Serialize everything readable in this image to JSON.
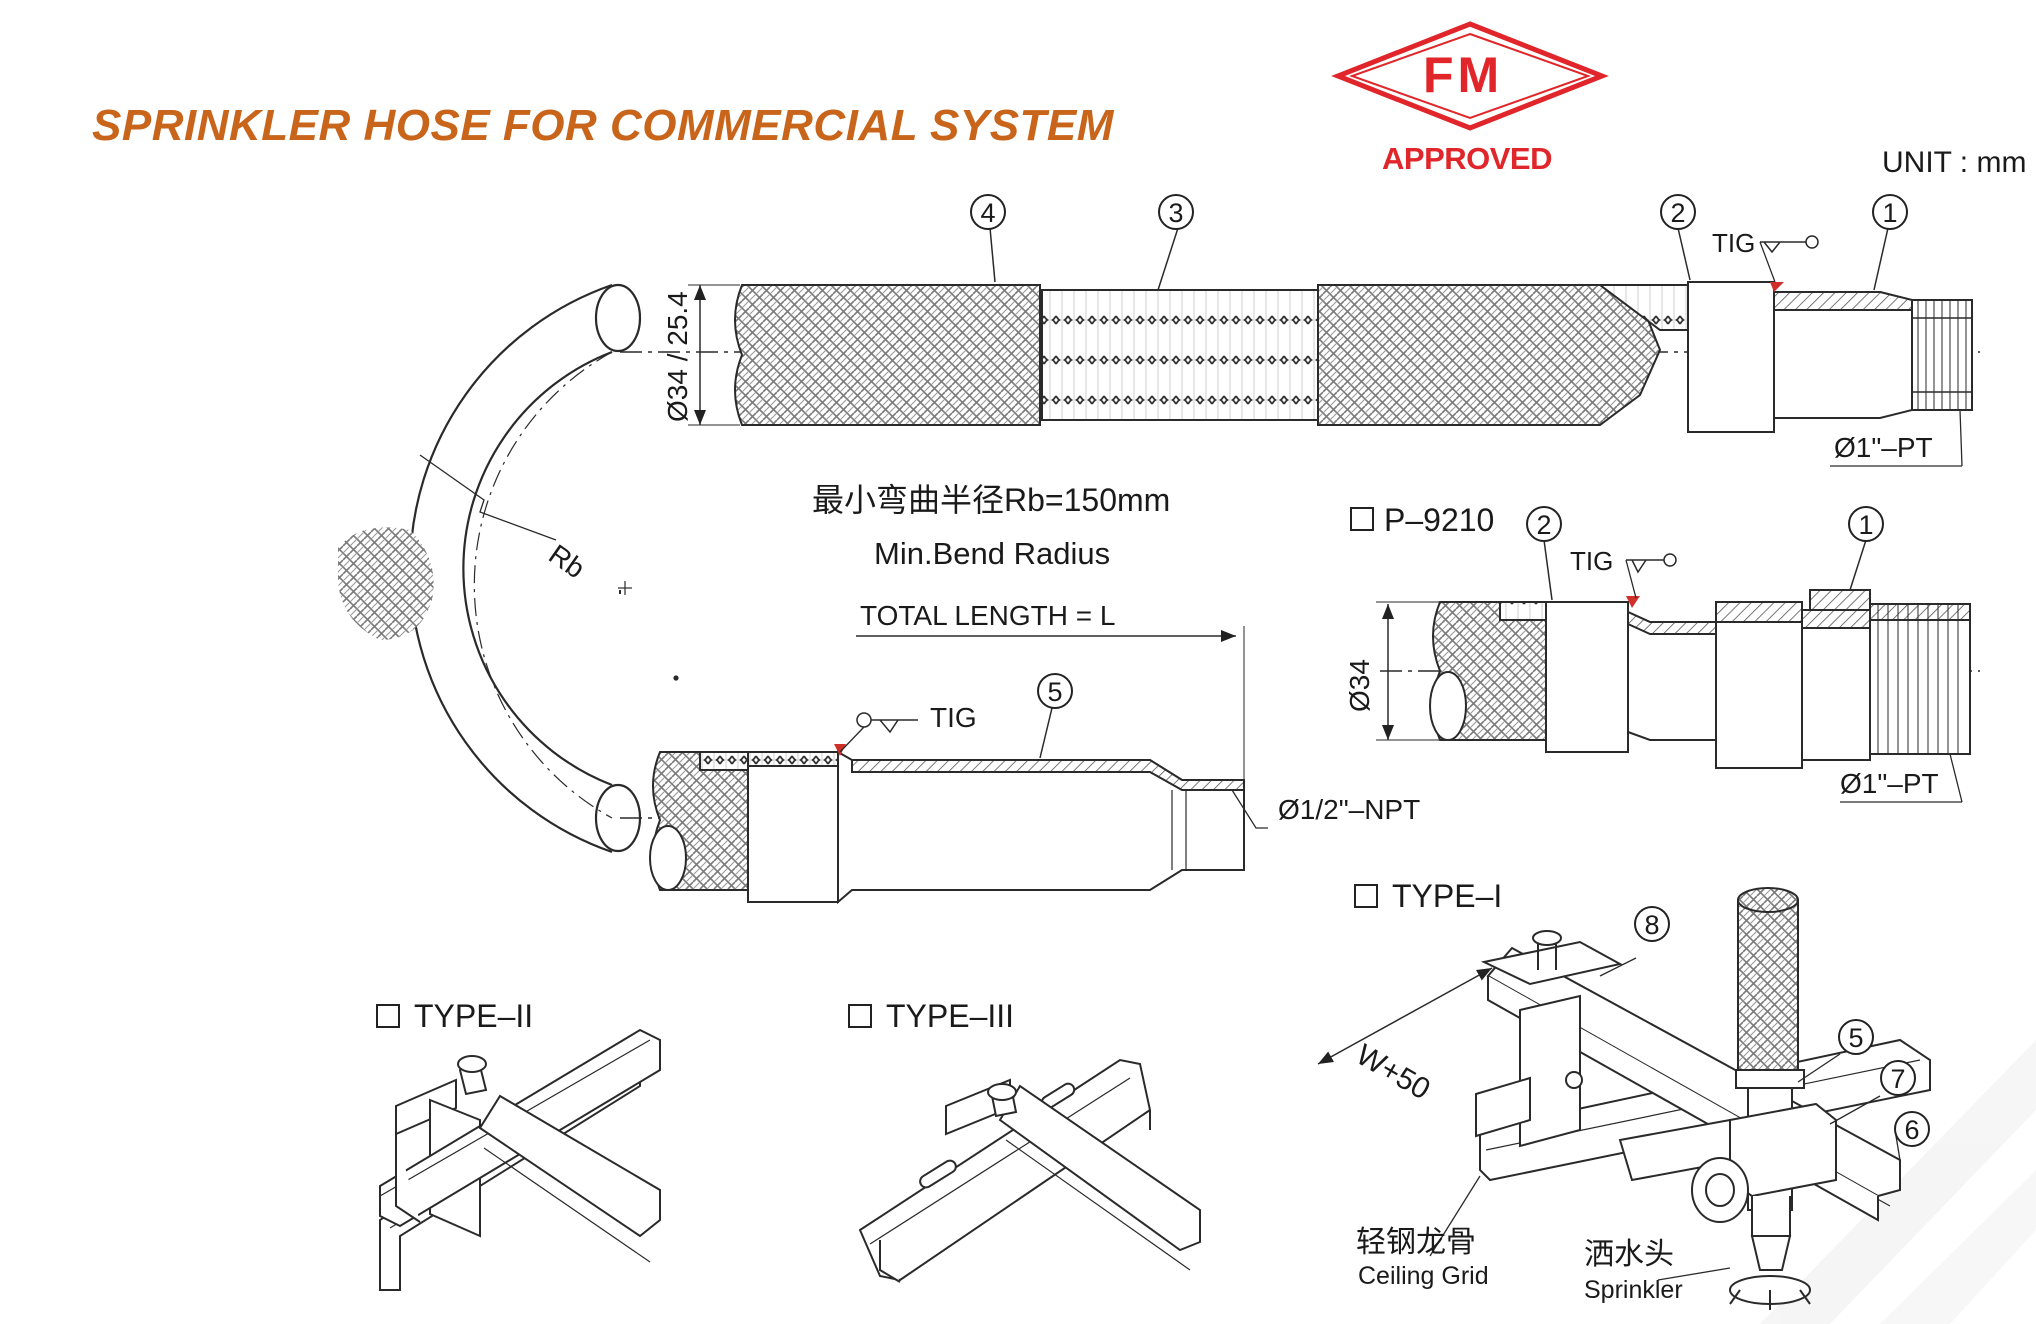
{
  "title": "SPRINKLER HOSE FOR COMMERCIAL SYSTEM",
  "unit": "UNIT : mm",
  "logo": {
    "letters": "FM",
    "approved": "APPROVED",
    "color": "#e0262a"
  },
  "colors": {
    "title": "#c8651b",
    "line": "#2a2a2a",
    "weld_mark": "#d0302a",
    "background": "#ffffff"
  },
  "main_hose": {
    "diameter_label": "Ø34 / 25.4",
    "thread_label": "Ø1\"–PT",
    "weld_label": "TIG",
    "callouts": [
      "4",
      "3",
      "2",
      "1"
    ]
  },
  "bend": {
    "rb_label": "Rb",
    "min_radius_cn": "最小弯曲半径Rb=150mm",
    "min_radius_en": "Min.Bend Radius"
  },
  "outlet": {
    "total_length": "TOTAL LENGTH = L",
    "weld_label": "TIG",
    "callout": "5",
    "thread_label": "Ø1/2\"–NPT"
  },
  "p9210": {
    "label": "P–9210",
    "callouts": [
      "2",
      "1"
    ],
    "weld_label": "TIG",
    "diameter_label": "Ø34",
    "thread_label": "Ø1\"–PT"
  },
  "types": {
    "type1": "TYPE–I",
    "type2": "TYPE–II",
    "type3": "TYPE–III"
  },
  "type1_detail": {
    "callouts": [
      "8",
      "5",
      "7",
      "6"
    ],
    "width_label": "W+50",
    "ceiling_cn": "轻钢龙骨",
    "ceiling_en": "Ceiling Grid",
    "sprinkler_cn": "洒水头",
    "sprinkler_en": "Sprinkler"
  }
}
